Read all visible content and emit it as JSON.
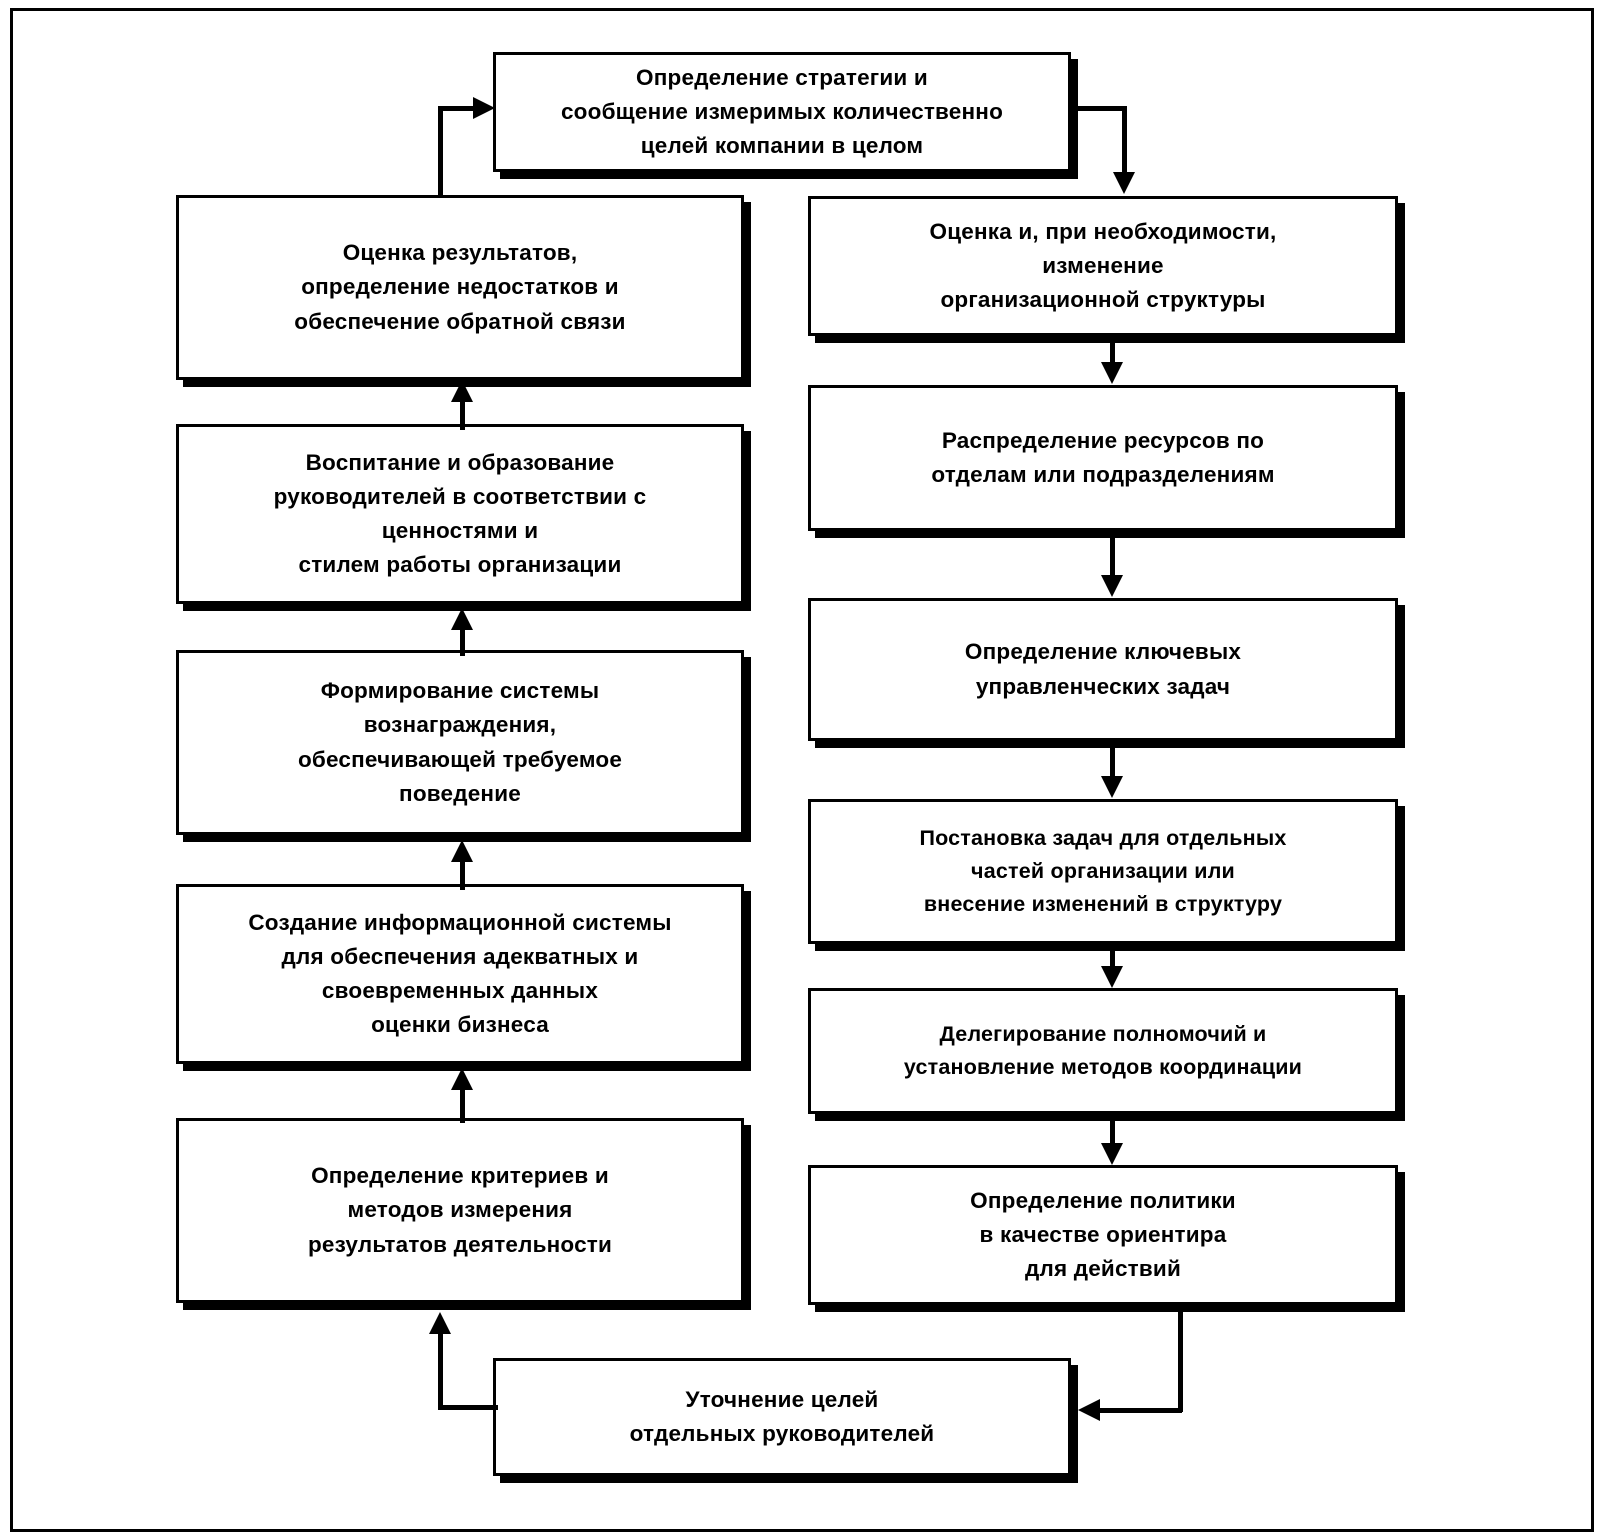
{
  "diagram": {
    "type": "flowchart",
    "title_visible": false,
    "background": "#ffffff",
    "stroke_color": "#000000",
    "language": "ru",
    "nodes": {
      "top": {
        "id": "strategy-definition",
        "lines": [
          "Определение стратегии и",
          "сообщение измеримых количественно",
          "целей компании в целом"
        ]
      },
      "left": [
        {
          "id": "results-evaluation",
          "lines": [
            "Оценка результатов,",
            "определение недостатков и",
            "обеспечение обратной связи"
          ]
        },
        {
          "id": "manager-education",
          "lines": [
            "Воспитание и образование",
            "руководителей в соответствии с",
            "ценностями и",
            "стилем работы организации"
          ]
        },
        {
          "id": "reward-system",
          "lines": [
            "Формирование системы",
            "вознаграждения,",
            "обеспечивающей требуемое",
            "поведение"
          ]
        },
        {
          "id": "information-system",
          "lines": [
            "Создание информационной системы",
            "для обеспечения адекватных и",
            "своевременных данных",
            "оценки бизнеса"
          ]
        },
        {
          "id": "measurement-criteria",
          "lines": [
            "Определение критериев и",
            "методов измерения",
            "результатов деятельности"
          ]
        }
      ],
      "right": [
        {
          "id": "org-structure-change",
          "lines": [
            "Оценка и, при необходимости,",
            "изменение",
            "организационной структуры"
          ]
        },
        {
          "id": "resource-allocation",
          "lines": [
            "Распределение ресурсов по",
            "отделам или подразделениям"
          ]
        },
        {
          "id": "key-tasks",
          "lines": [
            "Определение ключевых",
            "управленческих задач"
          ]
        },
        {
          "id": "unit-tasks",
          "lines": [
            "Постановка задач для отдельных",
            "частей организации или",
            "внесение изменений в структуру"
          ]
        },
        {
          "id": "delegation",
          "lines": [
            "Делегирование полномочий и",
            "установление методов координации"
          ]
        },
        {
          "id": "policy-definition",
          "lines": [
            "Определение политики",
            "в качестве ориентира",
            "для действий"
          ]
        }
      ],
      "bottom": {
        "id": "individual-goals",
        "lines": [
          "Уточнение целей",
          "отдельных руководителей"
        ]
      }
    },
    "edges": [
      {
        "from": "strategy-definition",
        "to": "org-structure-change",
        "direction": "down"
      },
      {
        "from": "org-structure-change",
        "to": "resource-allocation",
        "direction": "down"
      },
      {
        "from": "resource-allocation",
        "to": "key-tasks",
        "direction": "down"
      },
      {
        "from": "key-tasks",
        "to": "unit-tasks",
        "direction": "down"
      },
      {
        "from": "unit-tasks",
        "to": "delegation",
        "direction": "down"
      },
      {
        "from": "delegation",
        "to": "policy-definition",
        "direction": "down"
      },
      {
        "from": "policy-definition",
        "to": "individual-goals",
        "direction": "left"
      },
      {
        "from": "individual-goals",
        "to": "measurement-criteria",
        "direction": "up"
      },
      {
        "from": "measurement-criteria",
        "to": "information-system",
        "direction": "up"
      },
      {
        "from": "information-system",
        "to": "reward-system",
        "direction": "up"
      },
      {
        "from": "reward-system",
        "to": "manager-education",
        "direction": "up"
      },
      {
        "from": "manager-education",
        "to": "results-evaluation",
        "direction": "up"
      },
      {
        "from": "results-evaluation",
        "to": "strategy-definition",
        "direction": "right"
      }
    ]
  }
}
